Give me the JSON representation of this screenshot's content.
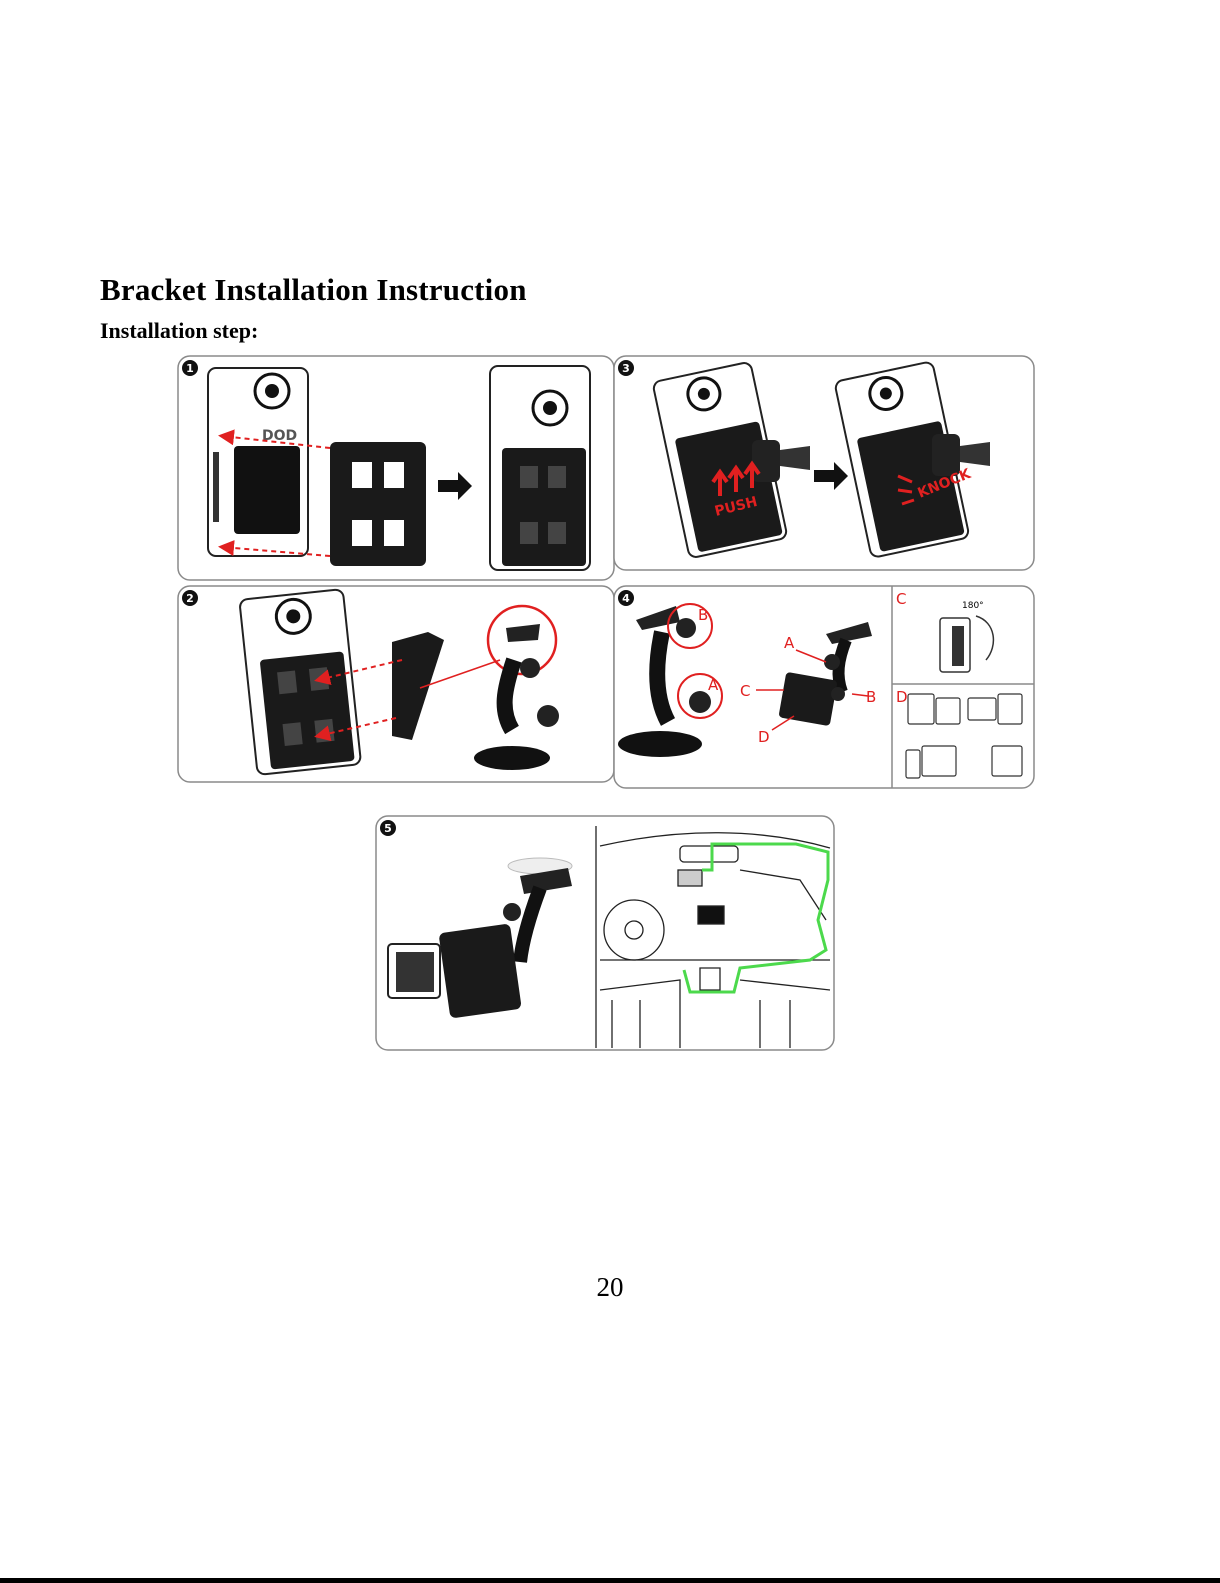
{
  "page": {
    "title": "Bracket Installation Instruction",
    "subtitle": "Installation step:",
    "page_number": "20"
  },
  "figure": {
    "steps": [
      {
        "number": "1"
      },
      {
        "number": "2"
      },
      {
        "number": "3",
        "labels": [
          "PUSH",
          "KNOCK"
        ]
      },
      {
        "number": "4",
        "labels": [
          "A",
          "B",
          "C",
          "D"
        ]
      },
      {
        "number": "5"
      }
    ],
    "callouts": {
      "c_label": "C",
      "d_label": "D",
      "angle_label": "180°"
    }
  },
  "colors": {
    "accent_red": "#e02020",
    "cable_green": "#4cd94c",
    "device_black": "#151515",
    "panel_border": "#8a8a8a"
  }
}
